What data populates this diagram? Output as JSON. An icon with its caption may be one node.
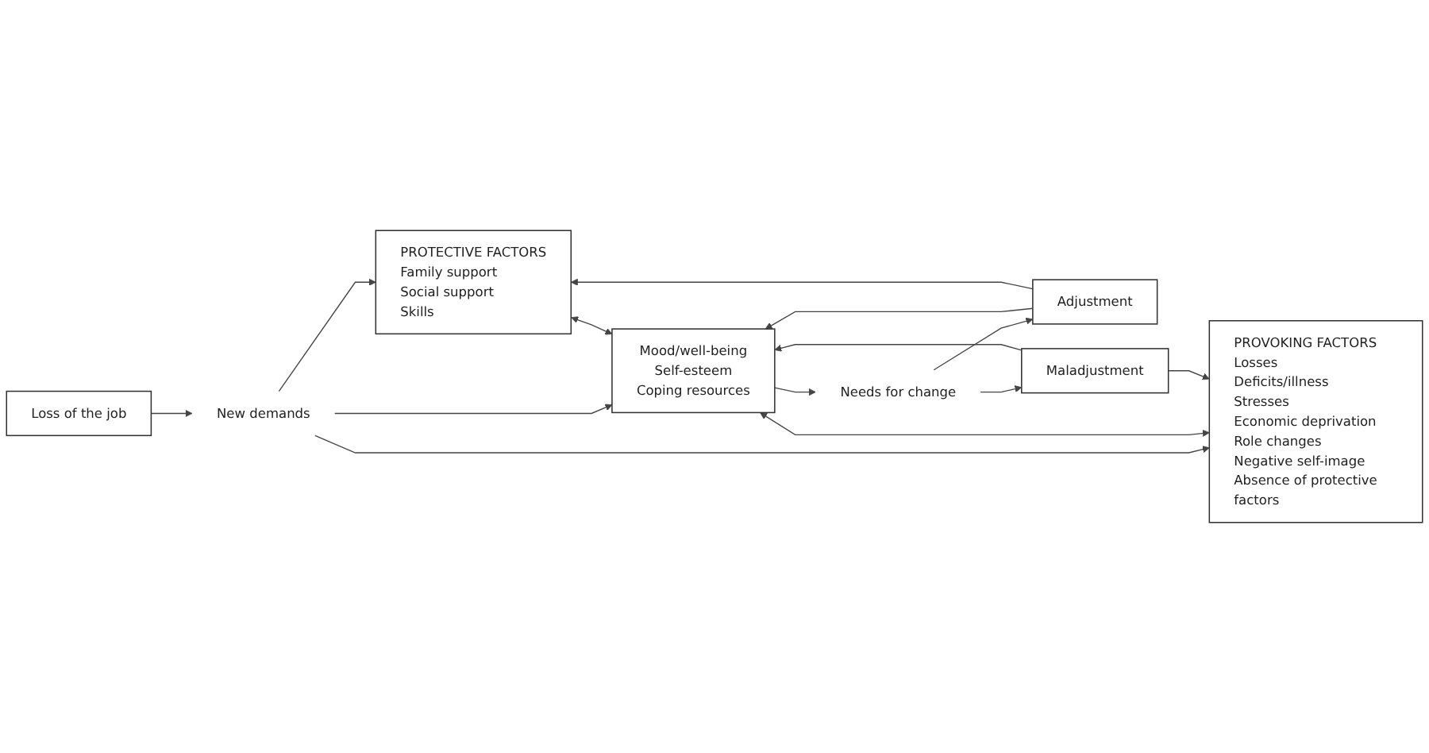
{
  "diagram": {
    "nodes": [
      {
        "text": [
          "PROTECTIVE FACTORS",
          "Family support",
          "Social support",
          "Skills"
        ]
      },
      {
        "text": [
          "Loss of the job"
        ]
      },
      {
        "text": [
          "New demands"
        ]
      },
      {
        "text": [
          "Mood/well-being",
          "Self-esteem",
          "Coping resources"
        ]
      },
      {
        "text": [
          "Needs for change"
        ]
      },
      {
        "text": [
          "Adjustment"
        ]
      },
      {
        "text": [
          "Maladjustment"
        ]
      },
      {
        "text": [
          "PROVOKING FACTORS",
          "Losses",
          "Deficits/illness",
          "Stresses",
          "Economic deprivation",
          "Role changes",
          "Negative self-image",
          "Absence of protective factors"
        ]
      }
    ],
    "edges": [
      {
        "from": 1,
        "to": 2,
        "arrow": "to"
      },
      {
        "from": 2,
        "to": 0,
        "arrow": "to"
      },
      {
        "from": 2,
        "to": 3,
        "arrow": "to"
      },
      {
        "from": 2,
        "to": 7,
        "arrow": "to"
      },
      {
        "from": 0,
        "to": 3,
        "arrow": "both"
      },
      {
        "from": 3,
        "to": 7,
        "arrow": "both"
      },
      {
        "from": 3,
        "to": 4,
        "arrow": "to"
      },
      {
        "from": 4,
        "to": 5,
        "arrow": "to"
      },
      {
        "from": 4,
        "to": 6,
        "arrow": "to"
      },
      {
        "from": 5,
        "to": 3,
        "arrow": "to"
      },
      {
        "from": 5,
        "to": 0,
        "arrow": "to"
      },
      {
        "from": 6,
        "to": 3,
        "arrow": "to"
      },
      {
        "from": 6,
        "to": 7,
        "arrow": "to"
      }
    ]
  }
}
